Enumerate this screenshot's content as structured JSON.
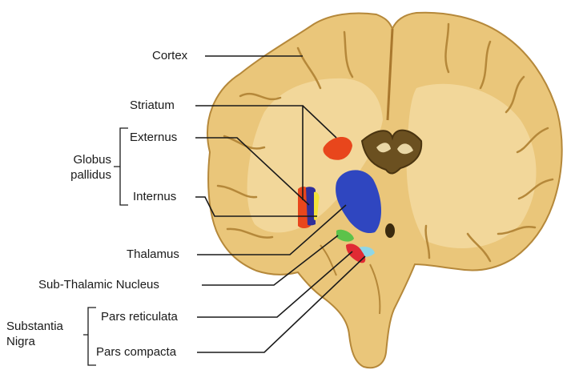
{
  "labels": {
    "cortex": "Cortex",
    "striatum": "Striatum",
    "externus": "Externus",
    "internus": "Internus",
    "thalamus": "Thalamus",
    "subthalamic_nucleus": "Sub-Thalamic Nucleus",
    "pars_reticulata": "Pars reticulata",
    "pars_compacta": "Pars compacta"
  },
  "groups": {
    "globus_pallidus": [
      "Globus",
      "pallidus"
    ],
    "substantia_nigra": [
      "Substantia",
      "Nigra"
    ]
  },
  "colors": {
    "brain_tissue": "#eac67a",
    "white_matter": "#f2d79a",
    "gyrus_line": "#b5883a",
    "striatum": "#e8461c",
    "globus_externus": "#2f2f9a",
    "globus_internus": "#f3e23a",
    "thalamus": "#2f46c0",
    "subthalamic_nucleus": "#5cc24a",
    "pars_reticulata": "#e02a34",
    "pars_compacta": "#8fd6e6",
    "leader_line": "#1a1a1a"
  }
}
